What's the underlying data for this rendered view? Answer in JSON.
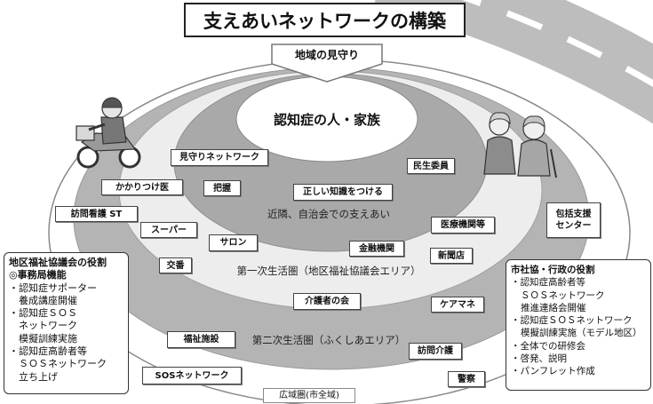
{
  "title": "支えあいネットワークの構築",
  "top_arrow": "地域の見守り",
  "center": "認知症の人・家族",
  "zones": {
    "neighborhood": "近隣、自治会での支えあい",
    "primary": "第一次生活圏（地区福祉協議会エリア）",
    "secondary": "第二次生活圏（ふくしあエリア）",
    "wide": "広域圏(市全域)"
  },
  "nodes": {
    "mimamori_network": "見守りネットワーク",
    "kakaritsuke": "かかりつけ医",
    "haaku": "把握",
    "knowledge": "正しい知識をつける",
    "minsei": "民生委員",
    "houmon_kango": "訪問看護 ST",
    "super": "スーパー",
    "salon": "サロン",
    "iryou": "医療機関等",
    "houkatsu": [
      "包括支援",
      "センター"
    ],
    "kinyuu": "金融機関",
    "shinbun": "新聞店",
    "kouban": "交番",
    "kaigosha": "介護者の会",
    "caremane": "ケアマネ",
    "fukushi": "福祉施設",
    "houmon_kaigo": "訪問介護",
    "sos": "SOSネットワーク",
    "keisatsu": "警察"
  },
  "left_panel": {
    "title": "地区福祉協議会の役割",
    "subtitle": "◎事務局機能",
    "items": [
      [
        "・認知症サポーター",
        "養成講座開催"
      ],
      [
        "・認知症ＳＯＳ",
        "ネットワーク",
        "模擬訓練実施"
      ],
      [
        "・認知症高齢者等",
        "ＳＯＳネットワーク",
        "立ち上げ"
      ]
    ]
  },
  "right_panel": {
    "title": "市社協・行政の役割",
    "items": [
      [
        "・認知症高齢者等",
        "ＳＯＳネットワーク",
        "推進連絡会開催"
      ],
      [
        "・認知症ＳＯＳネットワーク",
        "模擬訓練実施（モデル地区）"
      ],
      [
        "・全体での研修会"
      ],
      [
        "・啓発、説明"
      ],
      [
        "・パンフレット作成"
      ]
    ]
  },
  "illustrations": {
    "rider": "scooter-rider-icon",
    "elderly": "elderly-couple-icon",
    "road": "road-icon"
  },
  "colors": {
    "ring_wide": "#ffffff",
    "ring_secondary": "#b4b4b4",
    "ring_primary": "#ededed",
    "ring_neighborhood": "#a9a9a9",
    "ring_center": "#ffffff",
    "road": "#bdbdbd",
    "road_marking": "#ffffff"
  }
}
